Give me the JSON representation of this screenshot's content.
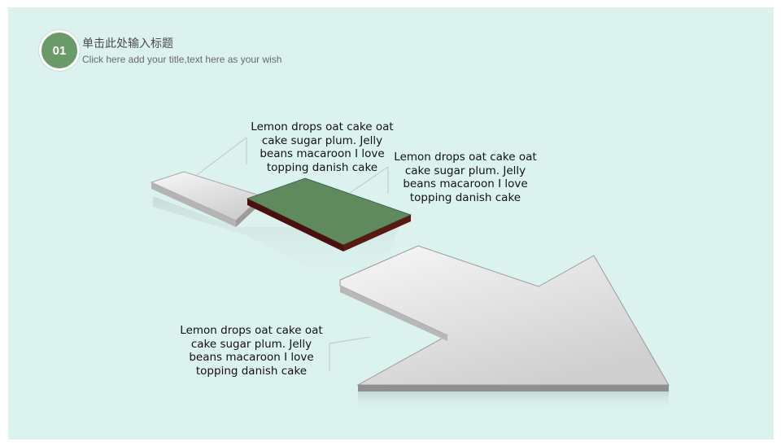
{
  "header": {
    "step_number": "01",
    "title": "单击此处输入标题",
    "subtitle": "Click here add your title,text here as your wish"
  },
  "captions": [
    "Lemon drops oat cake oat cake sugar plum. Jelly beans macaroon I love topping danish cake",
    "Lemon drops oat cake oat cake sugar plum. Jelly beans macaroon I love topping danish cake",
    "Lemon drops oat cake oat cake sugar plum. Jelly beans macaroon I love topping danish cake"
  ],
  "colors": {
    "background": "#dcf2ee",
    "accent_green": "#6a9a68",
    "plate_green": "#5e8a5e",
    "plate_edge": "#4a1010",
    "arrow_light": "#f2f2f2",
    "arrow_dark": "#c8c8c8"
  }
}
